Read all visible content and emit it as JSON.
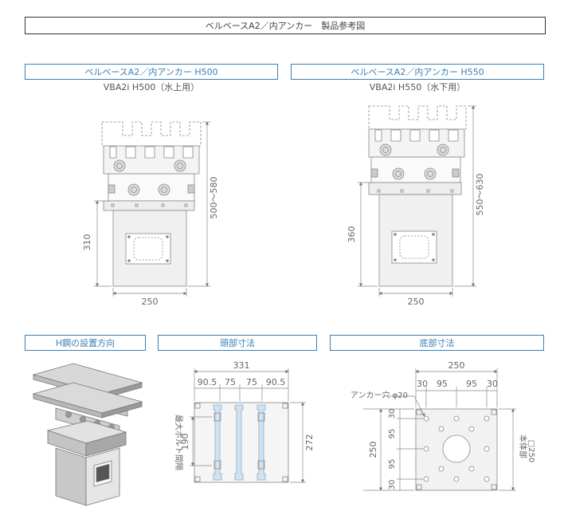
{
  "page_title": "ベルベースA2／内アンカー　製品参考図",
  "panels": {
    "h500": {
      "caption": "ベルベースA2／内アンカー H500",
      "model": "VBA2i H500（水上用）",
      "dim_total": "500～580",
      "dim_lower": "310",
      "dim_width": "250"
    },
    "h550": {
      "caption": "ベルベースA2／内アンカー H550",
      "model": "VBA2i H550（水下用）",
      "dim_total": "550～630",
      "dim_lower": "360",
      "dim_width": "250"
    },
    "hsteel": {
      "caption": "H鋼の設置方向"
    },
    "head": {
      "caption": "頭部寸法",
      "dim_total": "331",
      "dim_segments": [
        "90.5",
        "75",
        "75",
        "90.5"
      ],
      "dim_height": "272",
      "dim_bolt": "190",
      "bolt_label": "最大ボルト間隔"
    },
    "bottom": {
      "caption": "底部寸法",
      "dim_total": "250",
      "dim_segments": [
        "30",
        "95",
        "95",
        "30"
      ],
      "anchor_label": "アンカー穴 φ20",
      "dim_height": "250",
      "dim_v_segments": [
        "30",
        "95",
        "95",
        "30"
      ],
      "body_label": "本体部",
      "body_dim": "□250"
    }
  }
}
